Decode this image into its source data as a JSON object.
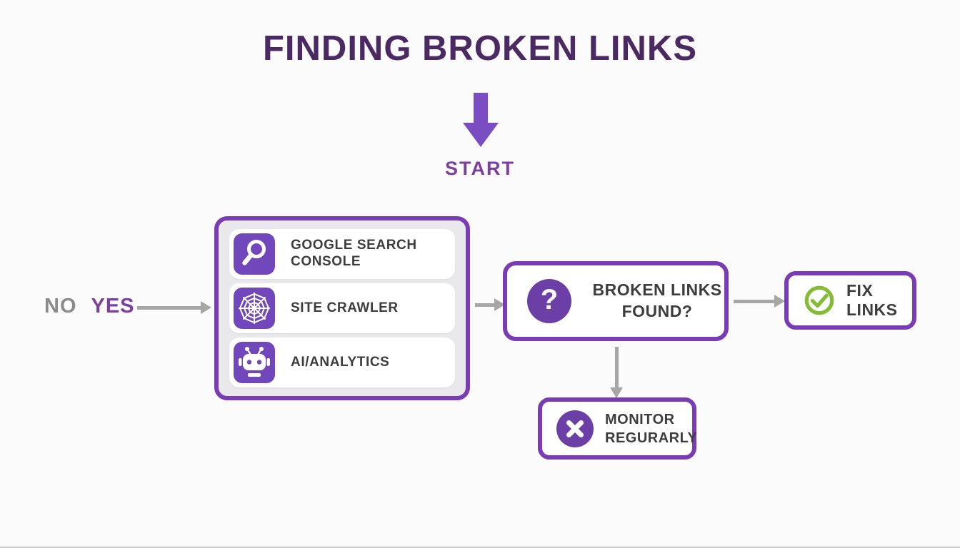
{
  "title": "FINDING BROKEN LINKS",
  "flow": {
    "start_label": "START",
    "no_label": "NO",
    "yes_label": "YES",
    "tools_box": {
      "items": [
        {
          "label": "GOOGLE SEARCH CONSOLE",
          "icon": "magnifier-icon"
        },
        {
          "label": "SITE CRAWLER",
          "icon": "spider-web-icon"
        },
        {
          "label": "AI/ANALYTICS",
          "icon": "robot-icon"
        }
      ]
    },
    "decision_box": {
      "label": "BROKEN LINKS FOUND?",
      "icon": "question-mark-icon"
    },
    "fix_box": {
      "label": "FIX LINKS",
      "icon": "check-circle-icon"
    },
    "monitor_box": {
      "label": "MONITOR REGURARLY",
      "icon": "x-cross-icon"
    }
  },
  "icons": {
    "question_glyph": "?"
  },
  "colors": {
    "title_purple": "#4b2a63",
    "accent_purple": "#7a3cb4",
    "icon_purple": "#7147bb",
    "badge_purple": "#6b3fa5",
    "start_purple": "#7c3f9e",
    "block_arrow_purple": "#7a4ec2",
    "success_green": "#84bc34",
    "arrow_gray": "#a6a6a6",
    "no_gray": "#8b8b8b",
    "text_dark": "#3d3d3d",
    "panel_gray": "#e9e9ec",
    "background": "#fbfbfc"
  }
}
